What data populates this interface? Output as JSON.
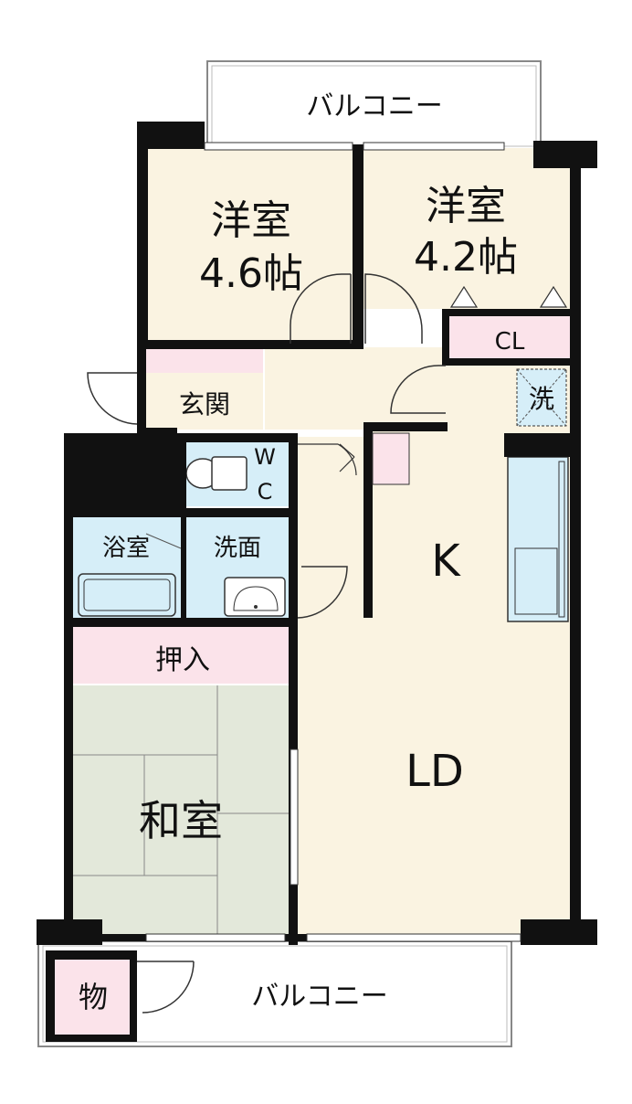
{
  "rooms": {
    "balcony_top": "バルコニー",
    "western1_name": "洋室",
    "western1_size": "4.6帖",
    "western2_name": "洋室",
    "western2_size": "4.2帖",
    "closet": "CL",
    "entrance": "玄関",
    "laundry": "洗",
    "wc_w": "W",
    "wc_c": "C",
    "bath": "浴室",
    "washroom": "洗面",
    "kitchen": "K",
    "oshiire": "押入",
    "washitsu": "和室",
    "living_dining": "LD",
    "storage": "物",
    "balcony_bottom": "バルコニー"
  },
  "colors": {
    "western_floor": "#faf3e1",
    "ld_floor": "#faf3e1",
    "pink": "#fbe3ea",
    "wet_blue": "#d6eef8",
    "tatami": "#e3e8da",
    "wall": "#111111"
  }
}
